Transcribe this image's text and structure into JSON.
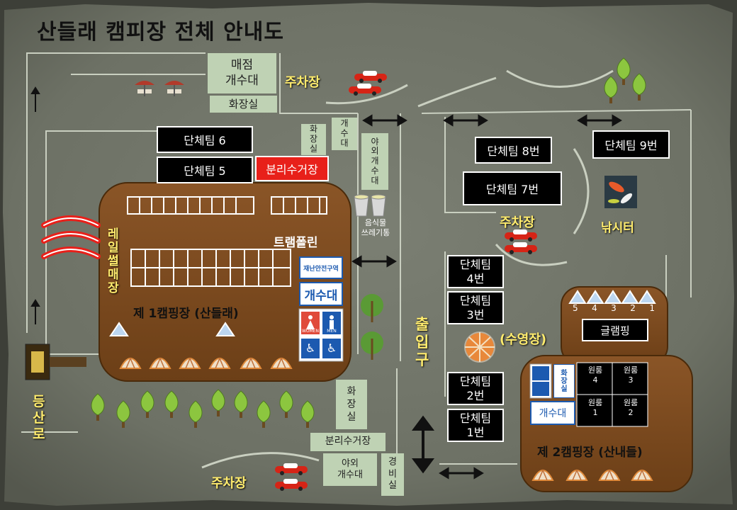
{
  "title": "산들래 캠피장 전체 안내도",
  "shop": {
    "line1": "매점",
    "line2": "개수대"
  },
  "toilet_top": "화장실",
  "parking_top": "주차장",
  "parking_mid": "주차장",
  "parking_bottom": "주차장",
  "small_toilet": [
    "화",
    "장",
    "실"
  ],
  "small_sink": [
    "개",
    "수",
    "대"
  ],
  "outdoor_sink": [
    "야",
    "외",
    "개",
    "수",
    "대"
  ],
  "teams": {
    "t6": "단체팀    6",
    "t5": "단체팀    5",
    "t8": "단체팀 8번",
    "t9": "단체팀 9번",
    "t7": "단체팀  7번",
    "t4": {
      "line1": "단체팀",
      "line2": "4번"
    },
    "t3": {
      "line1": "단체팀",
      "line2": "3번"
    },
    "t2": {
      "line1": "단체팀",
      "line2": "2번"
    },
    "t1": {
      "line1": "단체팀",
      "line2": "1번"
    }
  },
  "recycle_top": "분리수거장",
  "food_waste": {
    "line1": "음식물",
    "line2": "쓰레기통"
  },
  "trampoline": "트램폴린",
  "rail_sled": [
    "레",
    "일",
    "썰",
    "매",
    "장"
  ],
  "site1": "제 1캠핑장 (산들래)",
  "shelter": "재난안전구역",
  "sink_1": "개수대",
  "restroom_labels": {
    "women": "WOMEN",
    "men": "MEN"
  },
  "fishing": "낚시터",
  "pool": "(수영장)",
  "entrance": [
    "출",
    "입",
    "구"
  ],
  "glamping": "글램핑",
  "glamping_numbers": [
    "5",
    "4",
    "3",
    "2",
    "1"
  ],
  "site2": "제 2캠핑장 (산내들)",
  "site2_restroom": [
    "화",
    "장",
    "실"
  ],
  "site2_sink": "개수대",
  "won_rooms": [
    {
      "line1": "원룸",
      "line2": "4"
    },
    {
      "line1": "원룸",
      "line2": "3"
    },
    {
      "line1": "원룸",
      "line2": "1"
    },
    {
      "line1": "원룸",
      "line2": "2"
    }
  ],
  "hiking": [
    "등",
    "산",
    "로"
  ],
  "bottom_toilet": [
    "화",
    "장",
    "실"
  ],
  "recycle_bottom": "분리수거장",
  "outdoor_sink_bottom": {
    "line1": "야외",
    "line2": "개수대"
  },
  "guard": [
    "경",
    "비",
    "실"
  ],
  "colors": {
    "ground": "#6b6f63",
    "frame": "#3d3f38",
    "road_line": "#c9cfc0",
    "campsite_brown": "#7a4a1f",
    "campsite_border": "#4a2a0a",
    "label_green": "#bfd2b4",
    "recycle_red": "#e8201a",
    "title_yellow": "#ffec6e"
  },
  "icons": [
    "up-arrow-icon",
    "double-arrow-icon",
    "updown-arrow-icon",
    "tent-icon",
    "triangle-tent-icon",
    "tree-icon",
    "car-icon",
    "signpost-icon",
    "pool-icon",
    "koi-fish-icon",
    "waste-bin-icon",
    "parasol-table-icon",
    "sled-track-icon",
    "wheelchair-icon"
  ]
}
